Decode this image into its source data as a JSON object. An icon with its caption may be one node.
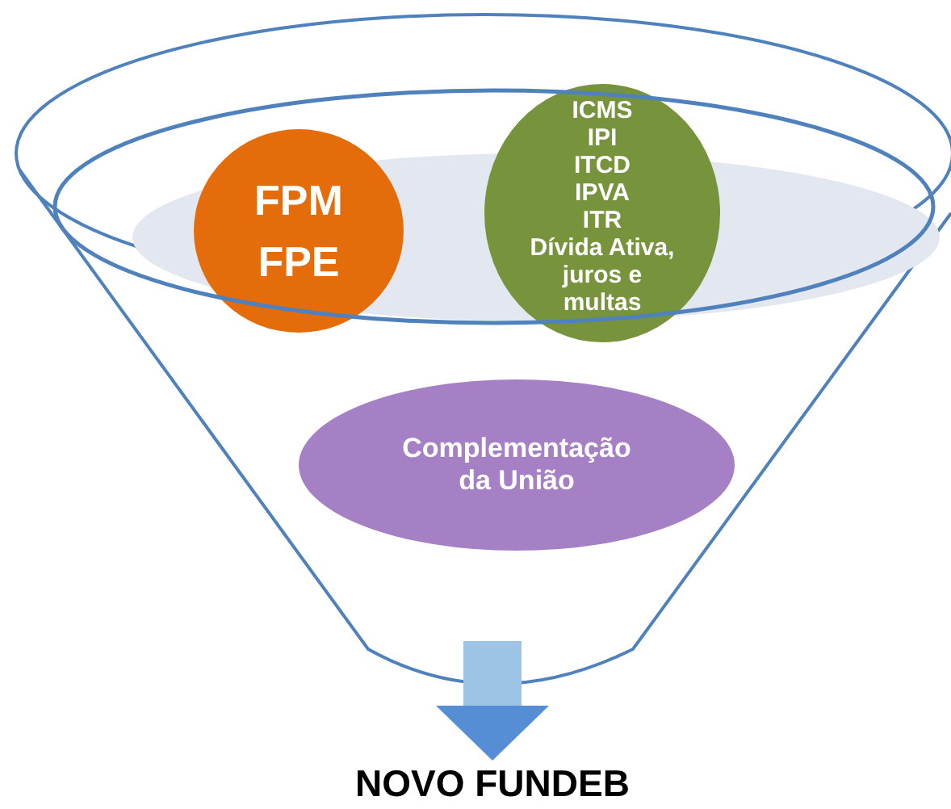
{
  "diagram": {
    "nodes": [
      {
        "text": [
          "FPM",
          "FPE"
        ]
      },
      {
        "text": [
          "ICMS",
          "IPI",
          "ITCD",
          "IPVA",
          "ITR",
          "Dívida Ativa, juros e multas"
        ]
      },
      {
        "text": [
          "Complementação da União"
        ]
      },
      {
        "text": [
          "NOVO FUNDEB"
        ]
      }
    ],
    "edges": [
      {
        "from": null,
        "to": 3,
        "arrow": "to"
      }
    ]
  }
}
